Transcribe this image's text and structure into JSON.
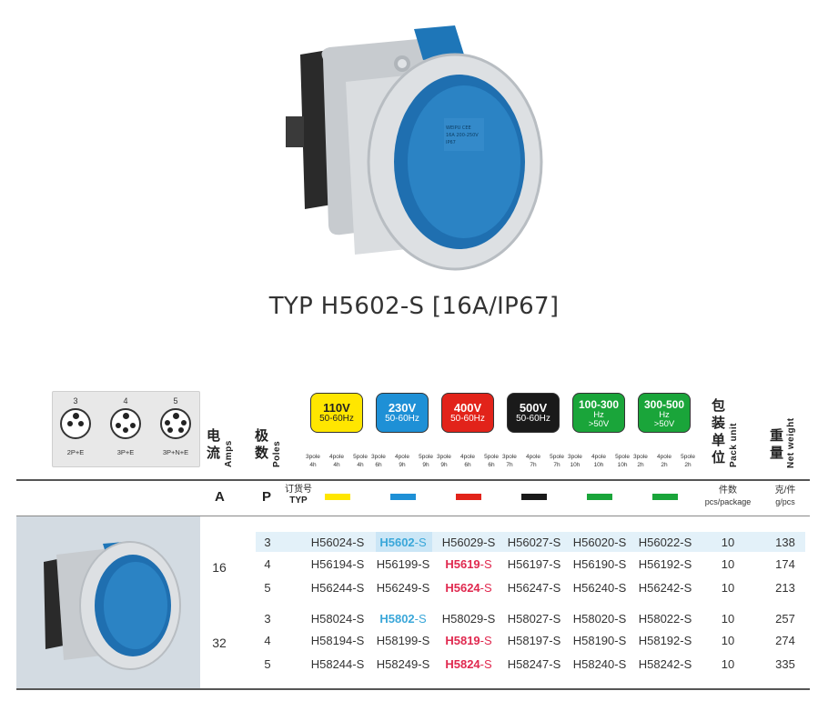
{
  "title": "TYP H5602-S [16A/IP67]",
  "pin_diagrams": [
    {
      "num": "3",
      "label": "2P+E"
    },
    {
      "num": "4",
      "label": "3P+E"
    },
    {
      "num": "5",
      "label": "3P+N+E"
    }
  ],
  "headers": {
    "amps_cn": [
      "电",
      "流"
    ],
    "amps_en": "Amps",
    "poles_cn": [
      "极",
      "数"
    ],
    "poles_en": "Poles",
    "pack_cn": [
      "包",
      "装",
      "单",
      "位"
    ],
    "pack_en": "Pack unit",
    "weight_cn": [
      "重",
      "量"
    ],
    "weight_en": "Net weight"
  },
  "voltages": [
    {
      "v": "110V",
      "f": "50-60Hz",
      "color": "#ffe600",
      "text": "#222",
      "poles": [
        [
          "3pole",
          "4h"
        ],
        [
          "4pole",
          "4h"
        ],
        [
          "5pole",
          "4h"
        ]
      ]
    },
    {
      "v": "230V",
      "f": "50-60Hz",
      "color": "#1e90d6",
      "text": "#fff",
      "poles": [
        [
          "3pole",
          "6h"
        ],
        [
          "4pole",
          "9h"
        ],
        [
          "5pole",
          "9h"
        ]
      ]
    },
    {
      "v": "400V",
      "f": "50-60Hz",
      "color": "#e2231a",
      "text": "#fff",
      "poles": [
        [
          "3pole",
          "9h"
        ],
        [
          "4pole",
          "6h"
        ],
        [
          "5pole",
          "6h"
        ]
      ]
    },
    {
      "v": "500V",
      "f": "50-60Hz",
      "color": "#1a1a1a",
      "text": "#fff",
      "poles": [
        [
          "3pole",
          "7h"
        ],
        [
          "4pole",
          "7h"
        ],
        [
          "5pole",
          "7h"
        ]
      ]
    },
    {
      "v": "100-300",
      "f": "Hz",
      "f2": ">50V",
      "color": "#1aa53a",
      "text": "#fff",
      "poles": [
        [
          "3pole",
          "10h"
        ],
        [
          "4pole",
          "10h"
        ],
        [
          "5pole",
          "10h"
        ]
      ]
    },
    {
      "v": "300-500",
      "f": "Hz",
      "f2": ">50V",
      "color": "#1aa53a",
      "text": "#fff",
      "poles": [
        [
          "3pole",
          "2h"
        ],
        [
          "4pole",
          "2h"
        ],
        [
          "5pole",
          "2h"
        ]
      ]
    }
  ],
  "subheader": {
    "amps": "A",
    "poles": "P",
    "order_cn": "订货号",
    "order_en": "TYP",
    "pack_cn": "件数",
    "pack_en": "pcs/package",
    "weight_cn": "克/件",
    "weight_en": "g/pcs"
  },
  "groups": [
    {
      "amps": "16",
      "rows": [
        {
          "poles": "3",
          "codes": [
            "H56024-S",
            "H5602-S",
            "H56029-S",
            "H56027-S",
            "H56020-S",
            "H56022-S"
          ],
          "pack": "10",
          "weight": "138"
        },
        {
          "poles": "4",
          "codes": [
            "H56194-S",
            "H56199-S",
            "H5619-S",
            "H56197-S",
            "H56190-S",
            "H56192-S"
          ],
          "pack": "10",
          "weight": "174"
        },
        {
          "poles": "5",
          "codes": [
            "H56244-S",
            "H56249-S",
            "H5624-S",
            "H56247-S",
            "H56240-S",
            "H56242-S"
          ],
          "pack": "10",
          "weight": "213"
        }
      ]
    },
    {
      "amps": "32",
      "rows": [
        {
          "poles": "3",
          "codes": [
            "H58024-S",
            "H5802-S",
            "H58029-S",
            "H58027-S",
            "H58020-S",
            "H58022-S"
          ],
          "pack": "10",
          "weight": "257"
        },
        {
          "poles": "4",
          "codes": [
            "H58194-S",
            "H58199-S",
            "H5819-S",
            "H58197-S",
            "H58190-S",
            "H58192-S"
          ],
          "pack": "10",
          "weight": "274"
        },
        {
          "poles": "5",
          "codes": [
            "H58244-S",
            "H58249-S",
            "H5824-S",
            "H58247-S",
            "H58240-S",
            "H58242-S"
          ],
          "pack": "10",
          "weight": "335"
        }
      ]
    }
  ],
  "highlight": {
    "blue": "#3aa7d9",
    "red": "#e0294f",
    "row_bg": "#e3f1f9"
  }
}
